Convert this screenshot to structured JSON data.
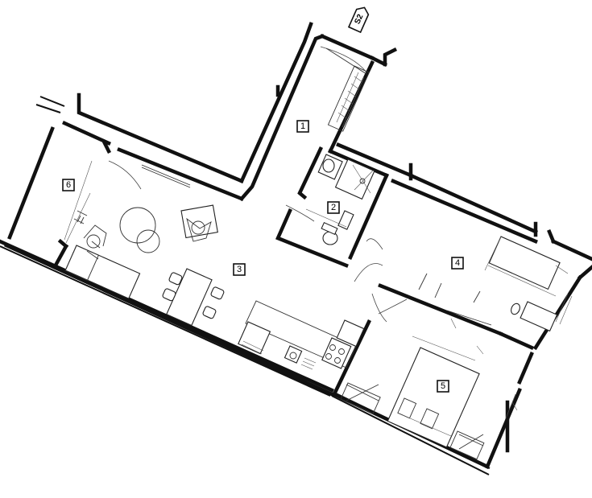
{
  "entrance_tag": "S2",
  "rooms": [
    {
      "id": "room-1",
      "label": "1"
    },
    {
      "id": "room-2",
      "label": "2"
    },
    {
      "id": "room-3",
      "label": "3"
    },
    {
      "id": "room-4",
      "label": "4"
    },
    {
      "id": "room-5",
      "label": "5"
    },
    {
      "id": "room-6",
      "label": "6"
    }
  ]
}
